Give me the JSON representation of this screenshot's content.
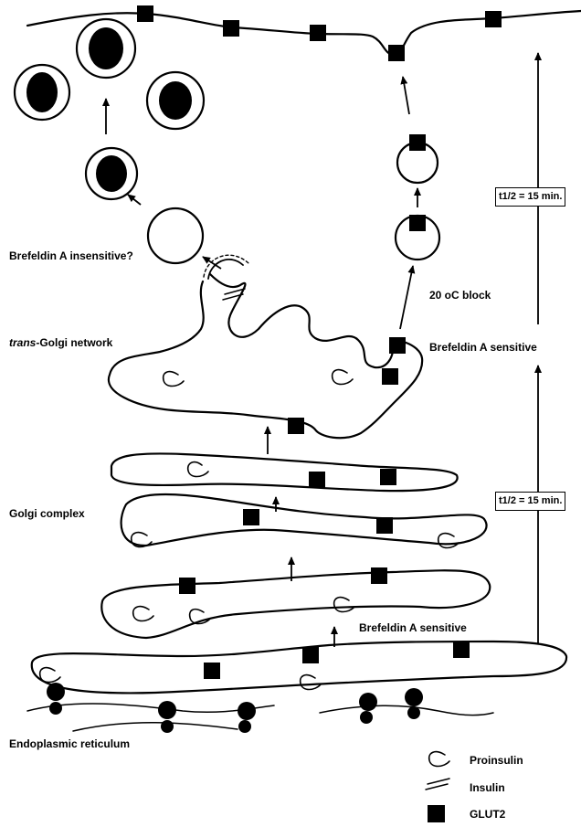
{
  "labels": {
    "brefeldin_insensitive": "Brefeldin A insensitive?",
    "block_20c": "20 oC block",
    "tgn_prefix": "trans",
    "tgn_suffix": "-Golgi network",
    "brefeldin_sensitive_top": "Brefeldin A sensitive",
    "golgi_complex": "Golgi complex",
    "brefeldin_sensitive_bottom": "Brefeldin A sensitive",
    "er": "Endoplasmic reticulum",
    "halflife_top": "t1/2 = 15 min.",
    "halflife_bottom": "t1/2 = 15 min."
  },
  "legend": {
    "proinsulin": "Proinsulin",
    "insulin": "Insulin",
    "glut2": "GLUT2"
  },
  "colors": {
    "ink": "#000000",
    "paper": "#ffffff"
  }
}
